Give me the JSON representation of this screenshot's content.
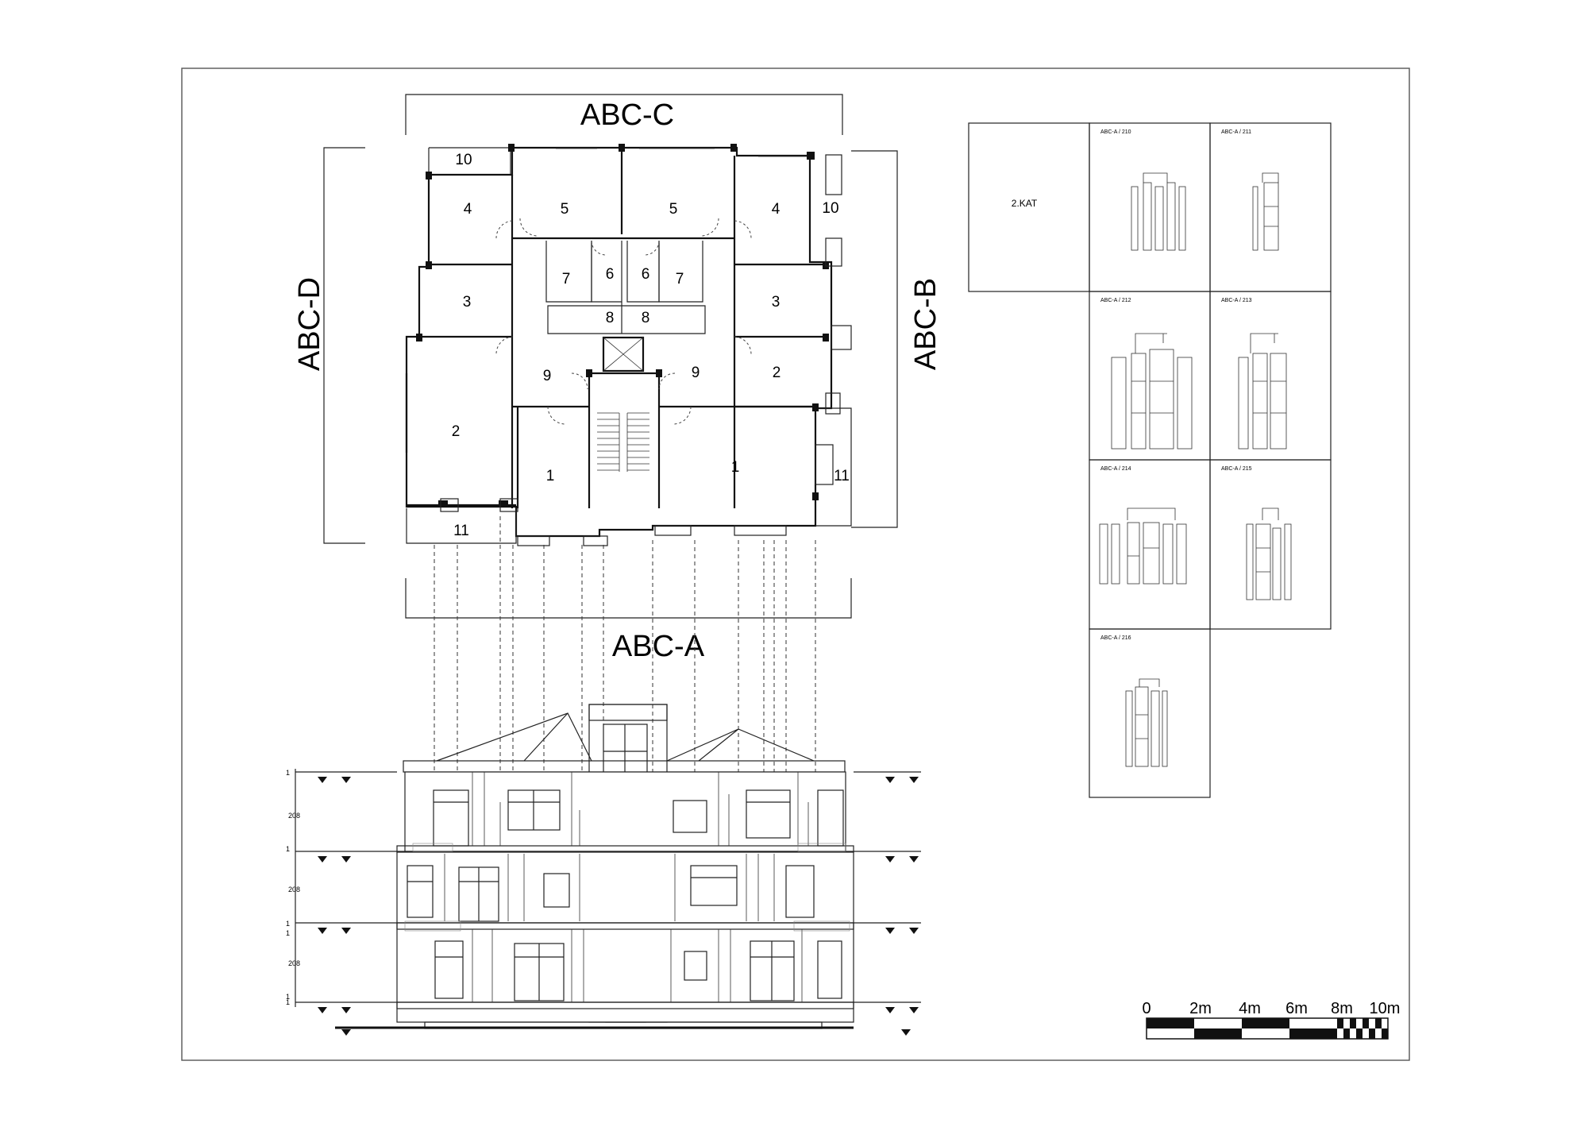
{
  "plan": {
    "side_top": "ABC-C",
    "side_bottom": "ABC-A",
    "side_left": "ABC-D",
    "side_right": "ABC-B",
    "rooms": {
      "r10a": "10",
      "r10b": "10",
      "r4a": "4",
      "r4b": "4",
      "r5a": "5",
      "r5b": "5",
      "r3a": "3",
      "r3b": "3",
      "r7a": "7",
      "r7b": "7",
      "r6a": "6",
      "r6b": "6",
      "r8a": "8",
      "r8b": "8",
      "r9a": "9",
      "r9b": "9",
      "r2a": "2",
      "r2b": "2",
      "r1a": "1",
      "r1b": "1",
      "r11a": "11",
      "r11b": "11"
    }
  },
  "elevation": {
    "dims": [
      "1",
      "208",
      "1",
      "1",
      "208",
      "1",
      "1",
      "208",
      "1"
    ]
  },
  "legend": {
    "floor": "2.KAT",
    "cells": [
      "ABC-A / 210",
      "ABC-A / 211",
      "ABC-A / 212",
      "ABC-A / 213",
      "ABC-A / 214",
      "ABC-A / 215",
      "ABC-A / 216"
    ]
  },
  "scale": {
    "labels": [
      "0",
      "2m",
      "4m",
      "6m",
      "8m",
      "10m"
    ]
  }
}
